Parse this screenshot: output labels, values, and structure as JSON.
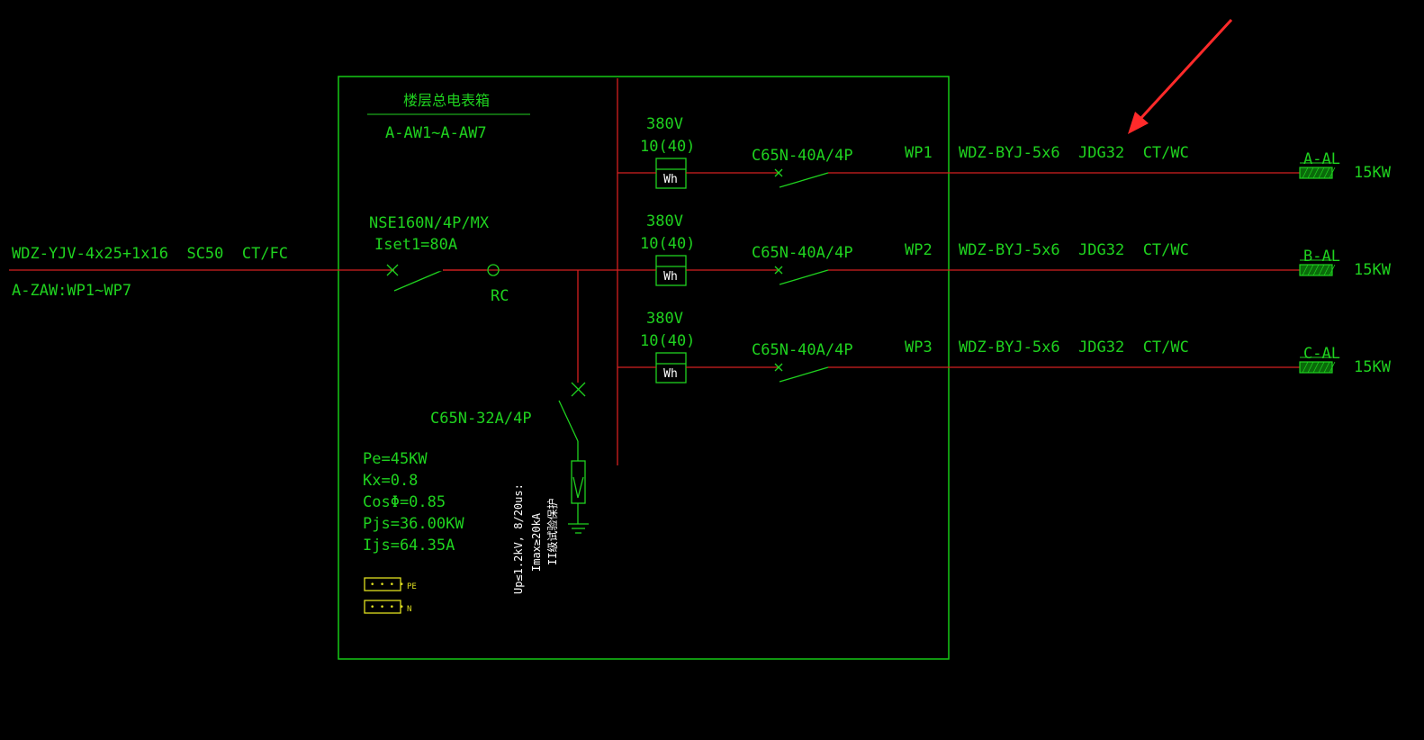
{
  "colors": {
    "background": "#000000",
    "frame": "#16c916",
    "wire": "#d42020",
    "text": "#1fd21f",
    "yellow_text": "#e0e020",
    "annotation_arrow": "#ff2a2a"
  },
  "incoming": {
    "cable_spec": "WDZ-YJV-4x25+1x16  SC50  CT/FC",
    "source": "A-ZAW:WP1~WP7"
  },
  "panel": {
    "title": "楼层总电表箱",
    "code": "A-AW1~A-AW7",
    "main_breaker": {
      "model": "NSE160N/4P/MX",
      "setting": "Iset1=80A"
    },
    "rc_label": "RC",
    "spd_breaker": "C65N-32A/4P",
    "spd_note": [
      "Up≤1.2kV, 8/20us:",
      "Imax≥20kA",
      "II级试验保护"
    ],
    "calc": [
      "Pe=45KW",
      "Kx=0.8",
      "CosΦ=0.85",
      "Pjs=36.00KW",
      "Ijs=64.35A"
    ],
    "terminals": [
      "PE",
      "N"
    ]
  },
  "circuits": [
    {
      "voltage": "380V",
      "meter_rating": "10(40)",
      "meter": "Wh",
      "breaker": "C65N-40A/4P",
      "id": "WP1",
      "cable": "WDZ-BYJ-5x6  JDG32  CT/WC",
      "load": "A-AL",
      "power": "15KW"
    },
    {
      "voltage": "380V",
      "meter_rating": "10(40)",
      "meter": "Wh",
      "breaker": "C65N-40A/4P",
      "id": "WP2",
      "cable": "WDZ-BYJ-5x6  JDG32  CT/WC",
      "load": "B-AL",
      "power": "15KW"
    },
    {
      "voltage": "380V",
      "meter_rating": "10(40)",
      "meter": "Wh",
      "breaker": "C65N-40A/4P",
      "id": "WP3",
      "cable": "WDZ-BYJ-5x6  JDG32  CT/WC",
      "load": "C-AL",
      "power": "15KW"
    }
  ]
}
